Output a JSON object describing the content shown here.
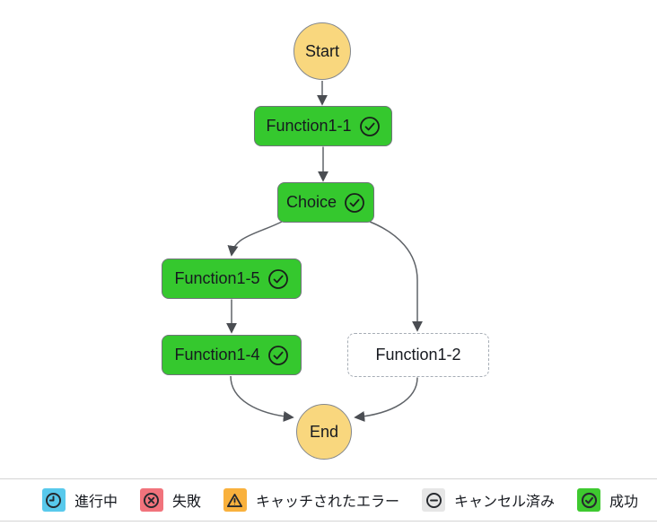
{
  "workflow_graph": {
    "nodes": {
      "start": {
        "label": "Start",
        "kind": "terminal"
      },
      "function1_1": {
        "label": "Function1-1",
        "status": "succeeded"
      },
      "choice": {
        "label": "Choice",
        "status": "succeeded"
      },
      "function1_5": {
        "label": "Function1-5",
        "status": "succeeded"
      },
      "function1_4": {
        "label": "Function1-4",
        "status": "succeeded"
      },
      "function1_2": {
        "label": "Function1-2",
        "status": "not-executed"
      },
      "end": {
        "label": "End",
        "kind": "terminal"
      }
    },
    "edges": [
      {
        "from": "Start",
        "to": "Function1-1"
      },
      {
        "from": "Function1-1",
        "to": "Choice"
      },
      {
        "from": "Choice",
        "to": "Function1-5"
      },
      {
        "from": "Choice",
        "to": "Function1-2"
      },
      {
        "from": "Function1-5",
        "to": "Function1-4"
      },
      {
        "from": "Function1-4",
        "to": "End"
      },
      {
        "from": "Function1-2",
        "to": "End"
      }
    ],
    "colors": {
      "succeeded_node": "#35c82e",
      "terminal_node": "#f9d77e",
      "not_executed_border": "#a6adb5",
      "edge": "#5f6368"
    }
  },
  "legend": {
    "items": [
      {
        "name": "in-progress",
        "icon": "clock-icon",
        "label": "進行中",
        "color": "#58c9ec"
      },
      {
        "name": "failed",
        "icon": "x-circle-icon",
        "label": "失敗",
        "color": "#f1737c"
      },
      {
        "name": "caught-error",
        "icon": "warning-triangle-icon",
        "label": "キャッチされたエラー",
        "color": "#f9b13d"
      },
      {
        "name": "cancelled",
        "icon": "minus-circle-icon",
        "label": "キャンセル済み",
        "color": "#e6e6e6"
      },
      {
        "name": "succeeded",
        "icon": "check-circle-icon",
        "label": "成功",
        "color": "#3ec92f"
      }
    ]
  }
}
